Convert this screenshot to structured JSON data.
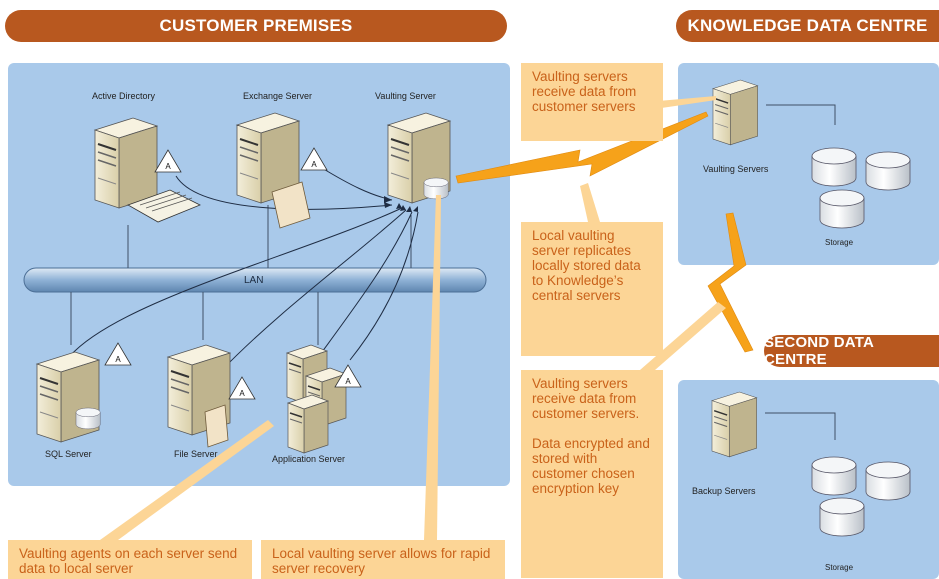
{
  "banners": {
    "customer": "CUSTOMER PREMISES",
    "knowledge": "KNOWLEDGE DATA CENTRE",
    "second": "SECOND DATA CENTRE"
  },
  "servers": {
    "active_directory": "Active Directory",
    "exchange": "Exchange Server",
    "vaulting": "Vaulting Server",
    "sql": "SQL Server",
    "file": "File Server",
    "application": "Application Server",
    "vaulting_servers": "Vaulting Servers",
    "backup_servers": "Backup Servers",
    "storage": "Storage",
    "backup_storage": "Storage"
  },
  "agent_badge": "A",
  "lan_label": "LAN",
  "notes": {
    "top": "Vaulting servers receive data from customer servers",
    "middle": "Local vaulting server replicates locally stored data to Knowledge’s central servers",
    "bottom_a": "Vaulting servers receive data from customer servers.",
    "bottom_b": "Data encrypted and stored with customer chosen encryption key",
    "agents": "Vaulting agents on each server send data to local server",
    "recovery": "Local vaulting server allows for rapid server recovery"
  },
  "colors": {
    "banner": "#b8581f",
    "panel": "#a9c9ea",
    "note_bg": "#fcd596",
    "note_text": "#c9621a",
    "bolt": "#f6a21a",
    "server": "#e6dfc3"
  }
}
